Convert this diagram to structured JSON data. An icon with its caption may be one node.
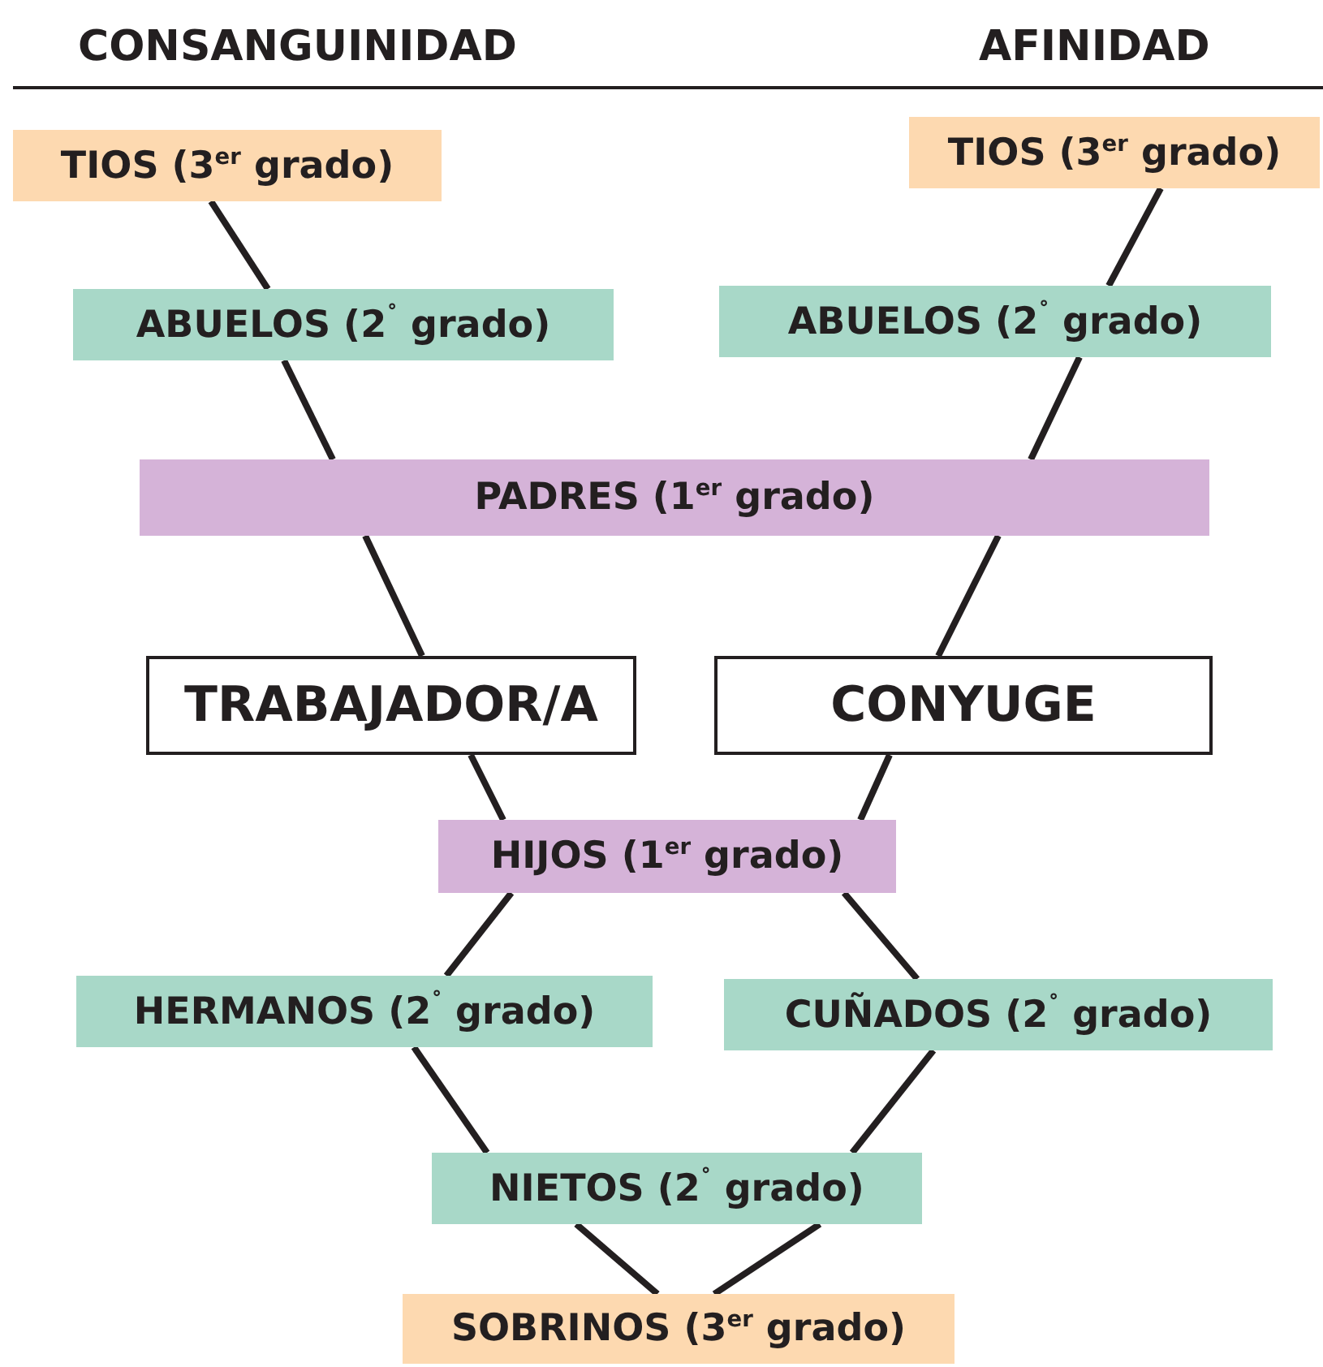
{
  "diagram": {
    "nodes": [
      {
        "text": [
          "TIOS (3$^{er}$ grado)"
        ]
      },
      {
        "text": [
          "TIOS (3$^{er}$ grado)"
        ]
      },
      {
        "text": [
          "ABUELOS (2$^{˚}$ grado)"
        ]
      },
      {
        "text": [
          "ABUELOS (2$^{˚}$ grado)"
        ]
      },
      {
        "text": [
          "PADRES (1$^{er}$ grado)"
        ]
      },
      {
        "text": [
          "TRABAJADOR/A"
        ]
      },
      {
        "text": [
          "CONYUGE"
        ]
      },
      {
        "text": [
          "HIJOS (1$^{er}$ grado)"
        ]
      },
      {
        "text": [
          "HERMANOS (2$^{˚}$ grado)"
        ]
      },
      {
        "text": [
          "CUÑADOS (2$^{˚}$ grado)"
        ]
      },
      {
        "text": [
          "NIETOS (2$^{˚}$ grado)"
        ]
      },
      {
        "text": [
          "SOBRINOS (3$^{er}$ grado)"
        ]
      }
    ],
    "edges": [
      {
        "from": 0,
        "to": 2,
        "arrow": "none"
      },
      {
        "from": 2,
        "to": 4,
        "arrow": "none"
      },
      {
        "from": 4,
        "to": 5,
        "arrow": "none"
      },
      {
        "from": 1,
        "to": 3,
        "arrow": "none"
      },
      {
        "from": 3,
        "to": 4,
        "arrow": "none"
      },
      {
        "from": 4,
        "to": 6,
        "arrow": "none"
      },
      {
        "from": 5,
        "to": 7,
        "arrow": "none"
      },
      {
        "from": 6,
        "to": 7,
        "arrow": "none"
      },
      {
        "from": 7,
        "to": 8,
        "arrow": "none"
      },
      {
        "from": 7,
        "to": 9,
        "arrow": "none"
      },
      {
        "from": 8,
        "to": 10,
        "arrow": "none"
      },
      {
        "from": 9,
        "to": 10,
        "arrow": "none"
      },
      {
        "from": 10,
        "to": 11,
        "arrow": "none"
      },
      {
        "from": 10,
        "to": 11,
        "arrow": "none"
      }
    ],
    "labels": [
      "CONSANGUINIDAD",
      "AFINIDAD"
    ]
  }
}
